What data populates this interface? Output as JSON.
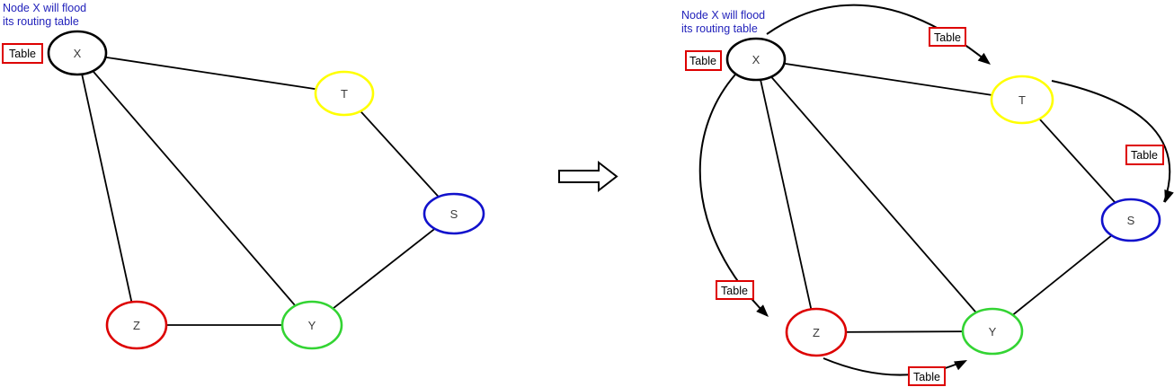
{
  "table_label": "Table",
  "captions": {
    "line1": "Node X will flood",
    "line2": "its routing table"
  },
  "colors": {
    "caption_text": "#2222bb",
    "table_border": "#dd0000",
    "table_text": "#000000",
    "node_x_stroke": "#000000",
    "node_t_stroke": "#ffff00",
    "node_s_stroke": "#1111cc",
    "node_z_stroke": "#dd0000",
    "node_y_stroke": "#33d433",
    "node_label": "#3a3a3a",
    "edge_stroke": "#000000"
  },
  "nodes": {
    "x": "X",
    "t": "T",
    "s": "S",
    "z": "Z",
    "y": "Y"
  },
  "left_diagram": {
    "caption": "Node X will flood its routing table",
    "edges": [
      "X-T",
      "X-Z",
      "X-Y",
      "T-S",
      "S-Y",
      "Z-Y"
    ],
    "table_boxes": [
      {
        "position": "left of X",
        "label": "Table"
      }
    ]
  },
  "right_diagram": {
    "caption": "Node X will flood its routing table",
    "edges": [
      "X-T",
      "X-Z",
      "X-Y",
      "T-S",
      "S-Y",
      "Z-Y"
    ],
    "table_boxes": [
      {
        "position": "left of X",
        "label": "Table"
      }
    ],
    "flood_arrows": [
      {
        "from": "X",
        "to": "T",
        "label": "Table"
      },
      {
        "from": "T",
        "to": "S",
        "label": "Table"
      },
      {
        "from": "X",
        "to": "Z",
        "label": "Table"
      },
      {
        "from": "Z",
        "to": "Y",
        "label": "Table"
      }
    ]
  }
}
